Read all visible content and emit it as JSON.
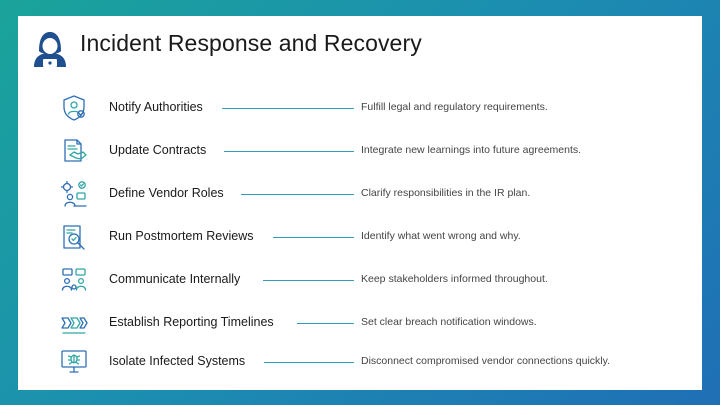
{
  "title": "Incident Response and Recovery",
  "colors": {
    "accent": "#2d9fb8",
    "icon_primary": "#2d6fb6",
    "icon_secondary": "#2fa7a5",
    "hacker_icon": "#1f4f8f"
  },
  "items": [
    {
      "label": "Notify Authorities",
      "description": "Fulfill legal and regulatory requirements.",
      "icon": "shield-user-icon"
    },
    {
      "label": "Update Contracts",
      "description": "Integrate new learnings into future agreements.",
      "icon": "contract-handshake-icon"
    },
    {
      "label": "Define Vendor Roles",
      "description": "Clarify responsibilities in the IR plan.",
      "icon": "vendor-roles-icon"
    },
    {
      "label": "Run Postmortem Reviews",
      "description": "Identify what went wrong and why.",
      "icon": "magnifier-report-icon"
    },
    {
      "label": "Communicate Internally",
      "description": "Keep stakeholders informed throughout.",
      "icon": "team-communication-icon"
    },
    {
      "label": "Establish Reporting Timelines",
      "description": "Set clear breach notification windows.",
      "icon": "timeline-arrows-icon"
    },
    {
      "label": "Isolate Infected Systems",
      "description": "Disconnect compromised vendor connections quickly.",
      "icon": "infected-monitor-icon"
    }
  ]
}
